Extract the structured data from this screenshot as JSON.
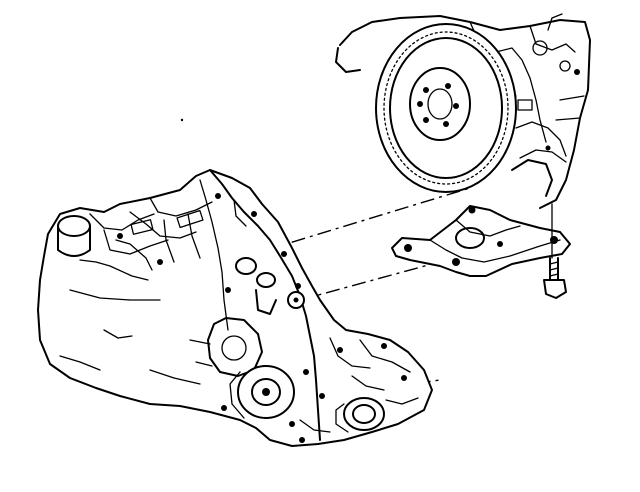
{
  "diagram": {
    "components": [
      {
        "id": "flywheel",
        "icon": "flywheel-icon"
      },
      {
        "id": "engine-block",
        "icon": "engine-block-icon"
      },
      {
        "id": "transaxle",
        "icon": "transaxle-icon"
      },
      {
        "id": "mount-bracket",
        "icon": "bracket-icon"
      },
      {
        "id": "bolt",
        "icon": "bolt-icon"
      }
    ],
    "line_color": "#000000",
    "background": "#ffffff"
  }
}
